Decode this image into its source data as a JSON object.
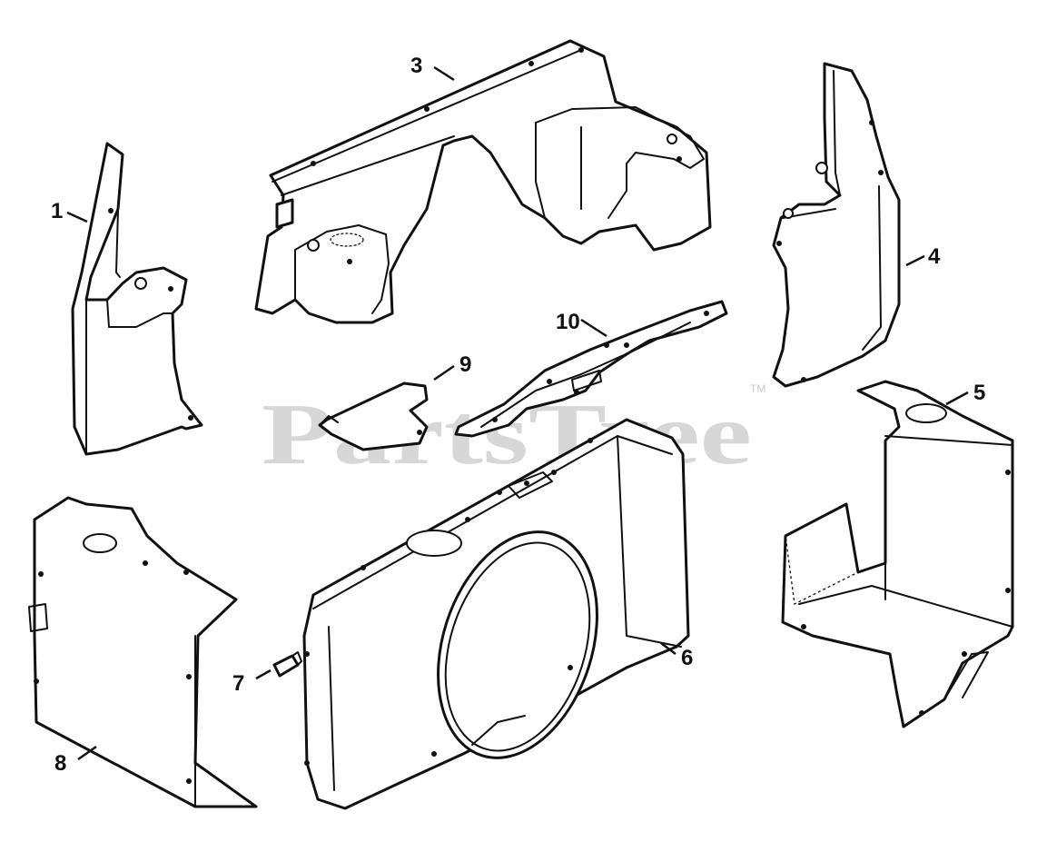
{
  "diagram": {
    "callouts": [
      "1",
      "3",
      "4",
      "5",
      "6",
      "7",
      "8",
      "9",
      "10"
    ],
    "watermark": {
      "text": "PartsTree",
      "trademark": "TM"
    }
  }
}
